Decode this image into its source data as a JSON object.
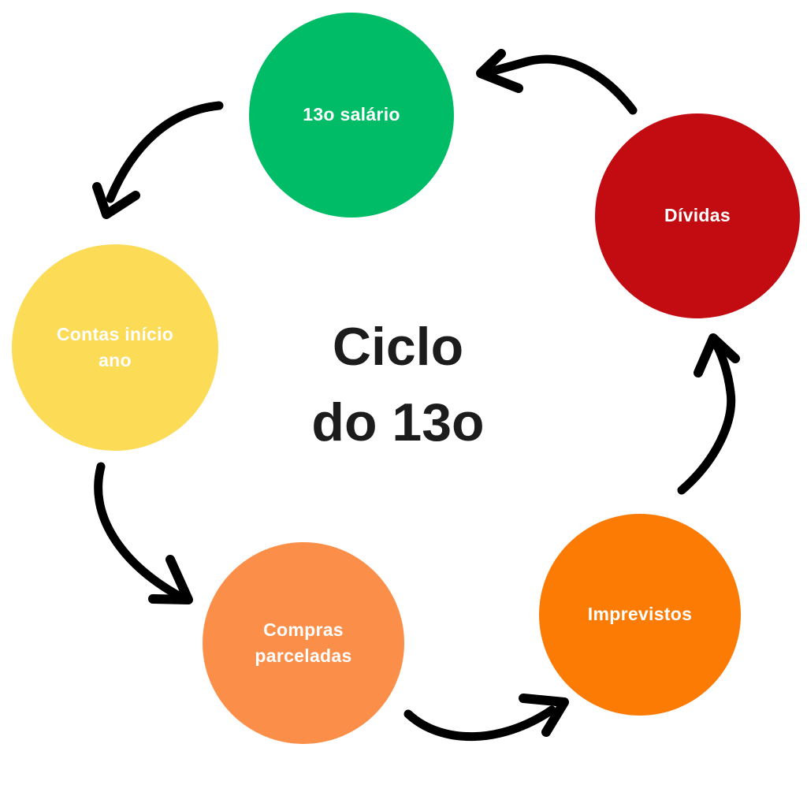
{
  "background_color": "#ffffff",
  "arrow_color": "#000000",
  "title": {
    "lines": [
      "Ciclo",
      "do 13o"
    ],
    "color": "#1c1c1c"
  },
  "nodes": [
    {
      "id": "13o-salario",
      "lines": [
        "13o salário"
      ],
      "color": "#00bc66",
      "text_color": "#ffffff"
    },
    {
      "id": "dividas",
      "lines": [
        "Dívidas"
      ],
      "color": "#c20c12",
      "text_color": "#ffffff"
    },
    {
      "id": "contas-inicio-ano",
      "lines": [
        "Contas início",
        "ano"
      ],
      "color": "#fcdb57",
      "text_color": "#ffffff"
    },
    {
      "id": "compras-parceladas",
      "lines": [
        "Compras",
        "parceladas"
      ],
      "color": "#fb8f4a",
      "text_color": "#ffffff"
    },
    {
      "id": "imprevistos",
      "lines": [
        "Imprevistos"
      ],
      "color": "#fb7b05",
      "text_color": "#ffffff"
    }
  ],
  "arrows": [
    {
      "from": "dividas",
      "to": "13o-salario"
    },
    {
      "from": "13o-salario",
      "to": "contas-inicio-ano"
    },
    {
      "from": "contas-inicio-ano",
      "to": "compras-parceladas"
    },
    {
      "from": "compras-parceladas",
      "to": "imprevistos"
    },
    {
      "from": "imprevistos",
      "to": "dividas"
    }
  ]
}
